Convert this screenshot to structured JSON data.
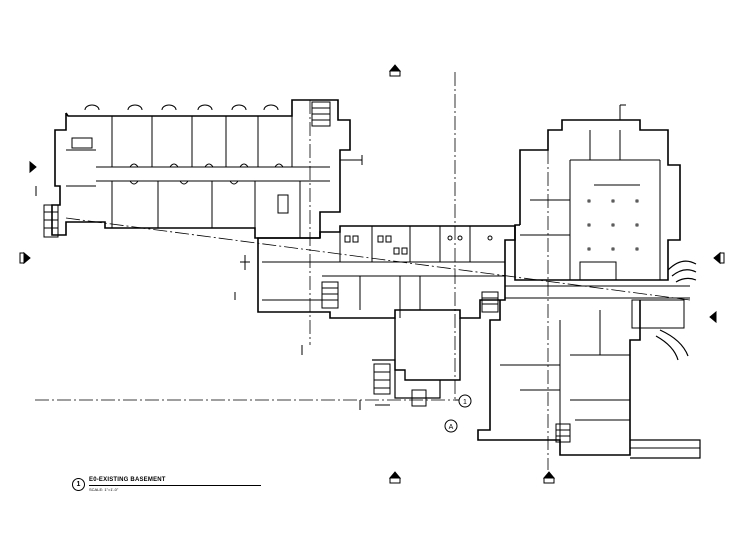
{
  "drawing": {
    "view_number": "1",
    "title": "E0-EXISTING BASEMENT",
    "scale": "SCALE: 1\"=1'-0\""
  },
  "grid_markers": {
    "line_1_label": "1",
    "line_a_label": "A"
  },
  "colors": {
    "ink": "#000000",
    "paper": "#ffffff"
  }
}
